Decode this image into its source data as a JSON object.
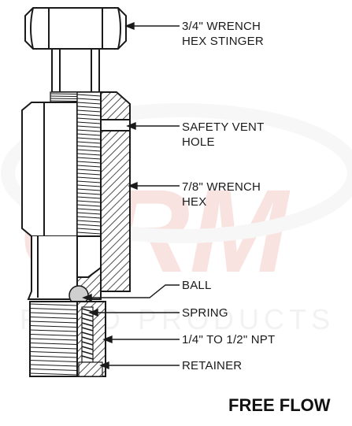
{
  "labels": {
    "stinger": [
      "3/4\" WRENCH",
      "HEX STINGER"
    ],
    "vent": [
      "SAFETY VENT",
      "HOLE"
    ],
    "hex": [
      "7/8\" WRENCH",
      "HEX"
    ],
    "ball": "BALL",
    "spring": "SPRING",
    "npt": "1/4\" TO 1/2\" NPT",
    "retainer": "RETAINER"
  },
  "caption": "FREE FLOW",
  "watermark": {
    "logo": "CRM",
    "subtext": "FLUID PRODUCTS",
    "color": "#f2c4bf"
  }
}
